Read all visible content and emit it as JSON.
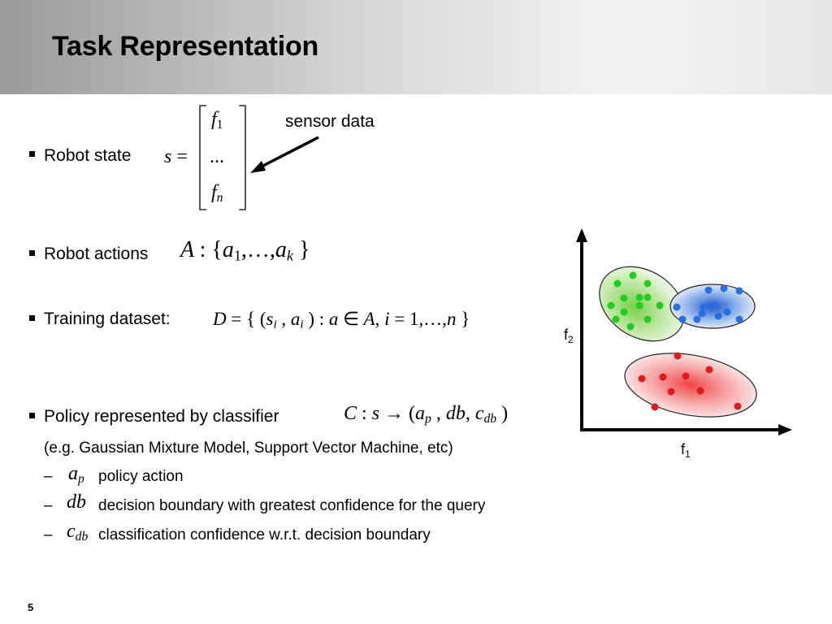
{
  "slide": {
    "title": "Task Representation",
    "page_number": "5"
  },
  "bullets": {
    "robot_state": "Robot state",
    "robot_actions": "Robot actions",
    "training_dataset": "Training dataset:",
    "policy": "Policy represented by classifier"
  },
  "examples": "(e.g. Gaussian Mixture Model, Support Vector Machine, etc)",
  "dashes": {
    "mark": "–",
    "policy_action": "policy action",
    "decision_boundary": "decision boundary with greatest confidence for the query",
    "confidence": "classification confidence w.r.t. decision boundary"
  },
  "annotation": {
    "sensor_data": "sensor data"
  },
  "plot": {
    "x_axis_label": "f",
    "x_axis_sub": "1",
    "y_axis_label": "f",
    "y_axis_sub": "2",
    "clusters": [
      {
        "name": "green",
        "color": "#22cc22",
        "points": [
          [
            760,
            349
          ],
          [
            779,
            339
          ],
          [
            797,
            349
          ],
          [
            768,
            367
          ],
          [
            787,
            366
          ],
          [
            797,
            366
          ],
          [
            752,
            376
          ],
          [
            768,
            384
          ],
          [
            787,
            376
          ],
          [
            812,
            376
          ],
          [
            758,
            393
          ],
          [
            776,
            402
          ],
          [
            797,
            393
          ]
        ]
      },
      {
        "name": "blue",
        "color": "#2a6fe0",
        "points": [
          [
            872,
            357
          ],
          [
            891,
            355
          ],
          [
            910,
            358
          ],
          [
            880,
            376
          ],
          [
            866,
            378
          ],
          [
            895,
            384
          ],
          [
            833,
            378
          ],
          [
            840,
            393
          ],
          [
            864,
            386
          ],
          [
            884,
            389
          ],
          [
            910,
            393
          ],
          [
            858,
            393
          ]
        ]
      },
      {
        "name": "red",
        "color": "#e01a1a",
        "points": [
          [
            834,
            438
          ],
          [
            790,
            466
          ],
          [
            816,
            464
          ],
          [
            844,
            463
          ],
          [
            873,
            455
          ],
          [
            826,
            482
          ],
          [
            862,
            481
          ],
          [
            806,
            501
          ],
          [
            908,
            500
          ]
        ]
      }
    ]
  },
  "colors": {
    "green": "#22cc22",
    "blue": "#2a6fe0",
    "red": "#e01a1a"
  }
}
